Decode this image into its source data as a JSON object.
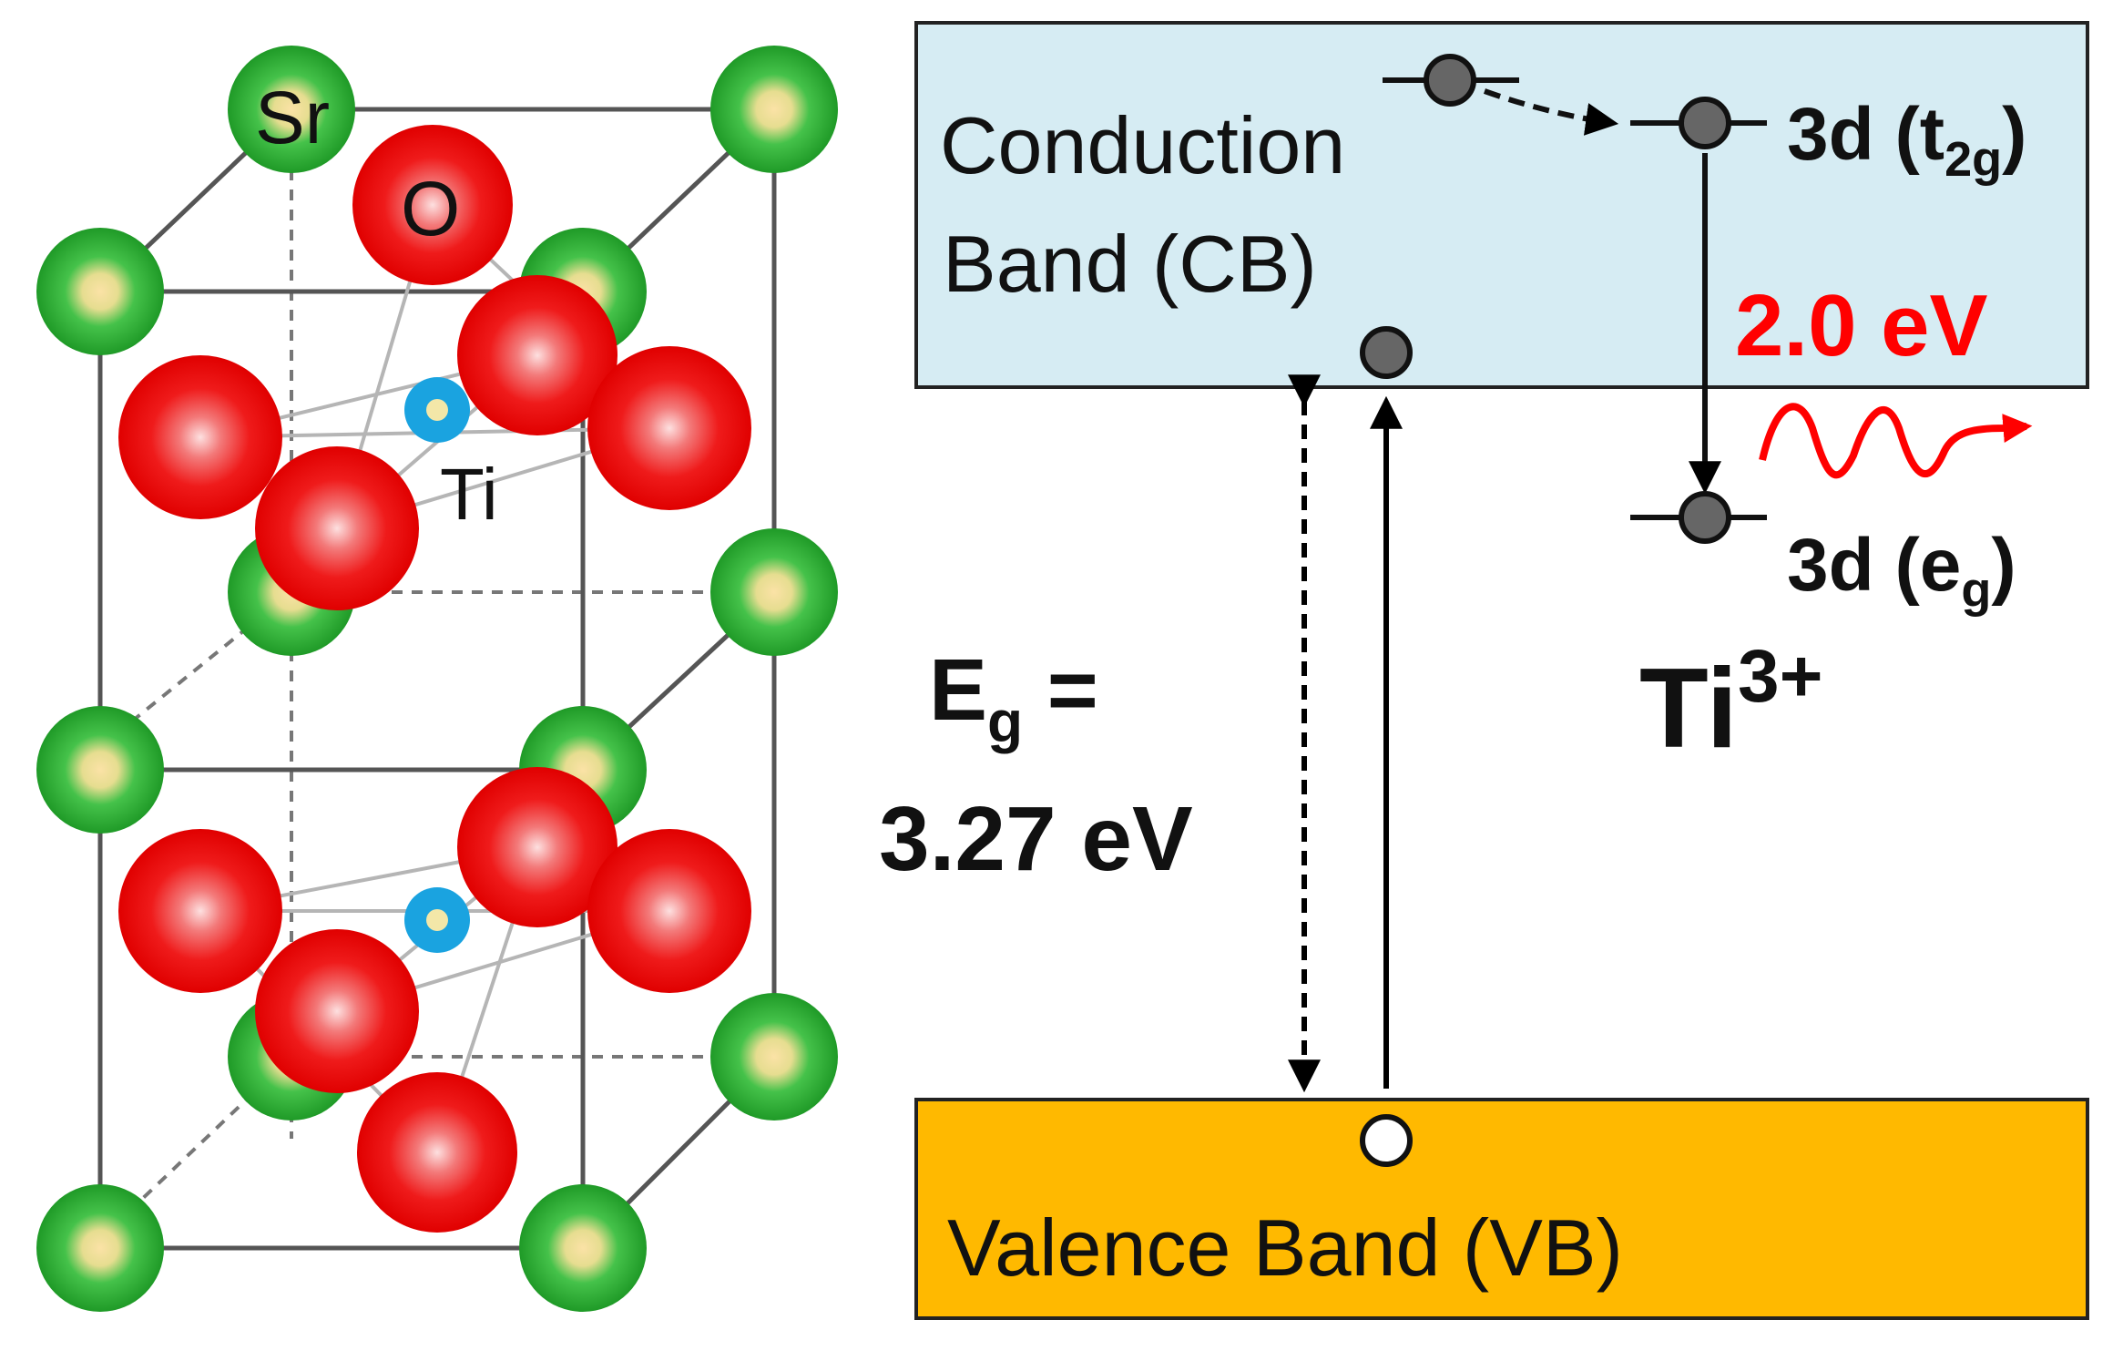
{
  "crystal": {
    "atom_labels": {
      "sr": "Sr",
      "o": "O",
      "ti": "Ti"
    }
  },
  "band_diagram": {
    "conduction_band": {
      "line1": "Conduction",
      "line2": "Band (CB)"
    },
    "valence_band": {
      "label": "Valence Band (VB)"
    },
    "gap": {
      "line1_main": "E",
      "line1_sub": "g",
      "line1_tail": " =",
      "line2": "3.27 eV"
    },
    "t2g": {
      "prefix": "3d (t",
      "sub": "2g",
      "suffix": ")"
    },
    "eg": {
      "prefix": "3d (e",
      "sub": "g",
      "suffix": ")"
    },
    "emission": "2.0 eV",
    "ion": {
      "main": "Ti",
      "sup": "3+"
    }
  },
  "colors": {
    "sr": "#2fb52f",
    "o": "#ee1111",
    "ti": "#1aa3e0",
    "conduction_band_fill": "#d6ecf3",
    "valence_band_fill": "#ffb900",
    "emission": "#ff0000"
  }
}
